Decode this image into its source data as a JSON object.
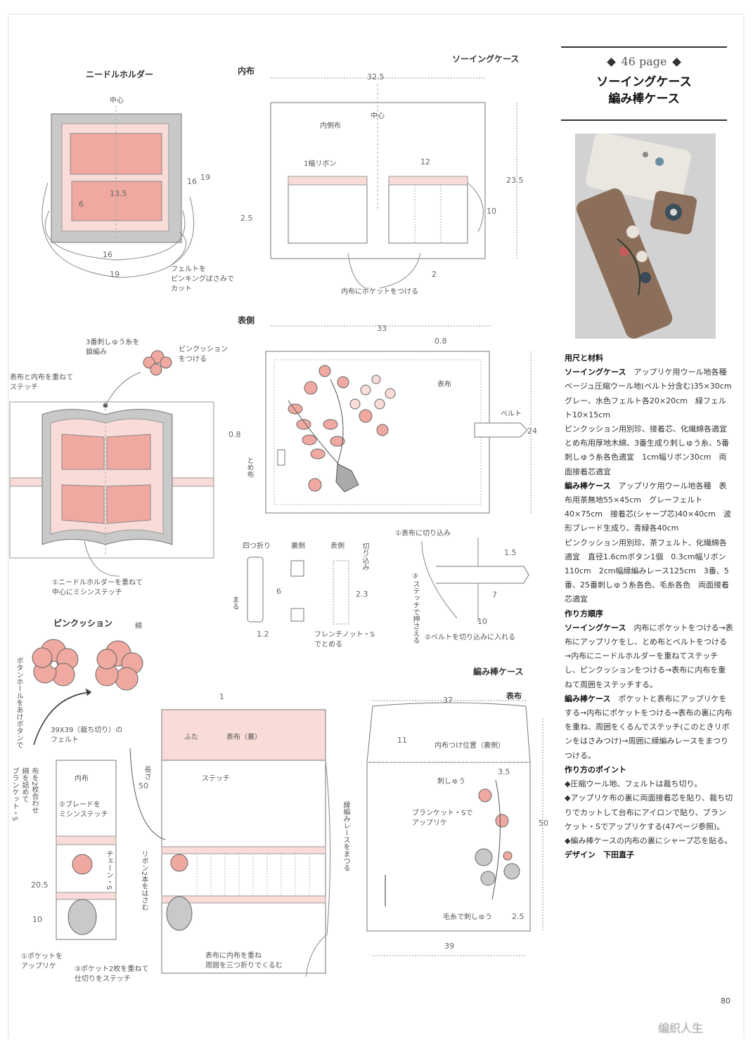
{
  "header": {
    "page_ref": "46 page",
    "title_line1": "ソーイングケース",
    "title_line2": "編み棒ケース"
  },
  "sections": {
    "needle_holder": "ニードルホルダー",
    "inner_cloth": "内布",
    "sewing_case": "ソーイングケース",
    "outer_side": "表側",
    "pincushion": "ピンクッション",
    "knitting_case": "編み棒ケース",
    "outer_cloth": "表布"
  },
  "needle_holder": {
    "center": "中心",
    "dim_16_side": "16",
    "dim_19_side": "19",
    "dim_13_5": "13.5",
    "dim_6": "6",
    "dim_16_bottom": "16",
    "dim_19_bottom": "19",
    "felt_note_1": "フェルトを",
    "felt_note_2": "ピンキングばさみで",
    "felt_note_3": "カット"
  },
  "inner": {
    "width": "32.5",
    "label": "内側布",
    "center": "中心",
    "ribbon": "1幅リボン",
    "dim_12": "12",
    "height": "23.5",
    "dim_2_5": "2.5",
    "dim_10": "10",
    "dim_2": "2",
    "pocket_note": "内布にポケットをつける"
  },
  "outer": {
    "width": "33",
    "dim_0_8_top": "0.8",
    "label": "表布",
    "belt": "ベルト",
    "height": "24",
    "dim_0_8_side": "0.8",
    "tome": "とめ布",
    "embroidery_1": "3番刺しゅう糸を",
    "embroidery_2": "鎖編み",
    "pin_1": "ピンクッション",
    "pin_2": "をつける",
    "stitch_1": "表布と内布を重ねて",
    "stitch_2": "ステッチ",
    "needle_1": "①ニードルホルダーを重ねて",
    "needle_2": "中心にミシンステッチ"
  },
  "belt_detail": {
    "fold": "四つ折り",
    "back": "裏側",
    "front": "表側",
    "cut": "切り込み",
    "roll": "まる",
    "dim_6": "6",
    "dim_1_2": "1.2",
    "dim_2_3": "2.3",
    "french_1": "フレンチノット・S",
    "french_2": "でとめる",
    "step1": "①表布に切り込み",
    "step3": "③ステッチで押さえる",
    "dim_1_5": "1.5",
    "dim_7": "7",
    "dim_10": "10",
    "step2": "②ベルトを切り込みに入れる"
  },
  "pincushion": {
    "wata": "綿",
    "buttonhole": "ボタンホールをあけボタンで",
    "felt_1": "39X39（裁ち切り）の",
    "felt_2": "フェルト",
    "inner": "内布",
    "fold_1": "布を2枚合わせ",
    "fold_2": "綿を詰めて",
    "fold_3": "ブランケット・S",
    "braid_1": "②ブレードを",
    "braid_2": "ミシンステッチ",
    "chain": "チェーン・S",
    "dim_20_5": "20.5",
    "dim_10": "10",
    "pocket_1": "①ポケットを",
    "pocket_2": "アップリケ",
    "pocket2_1": "③ポケット2枚を重ねて",
    "pocket2_2": "仕切りをステッチ"
  },
  "knit_case": {
    "dim_1": "1",
    "flap": "ふた",
    "back_label": "表布（裏）",
    "length_1": "長さ",
    "length_2": "50",
    "stitch": "ステッチ",
    "ribbon": "リボン2本をはさむ",
    "lace": "縁編みレースをまつる",
    "bottom_1": "表布に内布を重ね",
    "bottom_2": "周囲を三つ折りでくるむ",
    "width_top": "37",
    "dim_11": "11",
    "inner_pos": "内布つけ位置（裏側）",
    "dim_3_5": "3.5",
    "shishu": "刺しゅう",
    "blanket_1": "ブランケット・Sで",
    "blanket_2": "アップリケ",
    "height": "50",
    "wool": "毛糸で刺しゅう",
    "dim_2_5": "2.5",
    "width_bottom": "39"
  },
  "materials": {
    "heading": "用尺と材料",
    "sewing_title": "ソーイングケース",
    "sewing_text": "アップリケ用ウール地各種　ベージュ圧縮ウール地(ベルト分含む)35×30cm　グレー、水色フェルト各20×20cm　緑フェルト10×15cm",
    "sewing_text2": "ピンクッション用別珍、接着芯、化繊綿各適宜　とめ布用厚地木綿、3番生成り刺しゅう糸、5番刺しゅう糸各色適宜　1cm幅リボン30cm　両面接着芯適宜",
    "knit_title": "編み棒ケース",
    "knit_text": "アップリケ用ウール地各種　表布用茶無地55×45cm　グレーフェルト40×75cm　接着芯(シャープ芯)40×40cm　波形ブレード生成り、青緑各40cm",
    "knit_text2": "ピンクッション用別珍、茶フェルト、化繊綿各適宜　直径1.6cmボタン1個　0.3cm幅リボン110cm　2cm幅縁編みレース125cm　3番、5番、25番刺しゅう糸各色、毛糸各色　両面接着芯適宜",
    "proc_heading": "作り方順序",
    "proc_sewing_title": "ソーイングケース",
    "proc_sewing": "内布にポケットをつける→表布にアップリケをし、とめ布とベルトをつける→内布にニードルホルダーを重ねてステッチし、ピンクッションをつける→表布に内布を重ねて周囲をステッチする。",
    "proc_knit_title": "編み棒ケース",
    "proc_knit": "ポケットと表布にアップリケをする→内布にポケットをつける→表布の裏に内布を重ね、周囲をくるんでステッチ(このときリボンをはさみつけ)→周囲に縁編みレースをまつりつける。",
    "point_heading": "作り方のポイント",
    "point1": "◆圧縮ウール地、フェルトは裁ち切り。",
    "point2": "◆アップリケ布の裏に両面接着芯を貼り、裁ち切りでカットして台布にアイロンで貼り、ブランケット・Sでアップリケする(47ページ参照)。",
    "point3": "◆編み棒ケースの内布の裏にシャープ芯を貼る。",
    "design_label": "デザイン",
    "designer": "下田直子"
  },
  "page_number": "80",
  "watermark": "编织人生",
  "colors": {
    "pink": "#f0a9a0",
    "light_pink": "#f9dcd8",
    "grey": "#c9c9c9",
    "line": "#888888"
  }
}
